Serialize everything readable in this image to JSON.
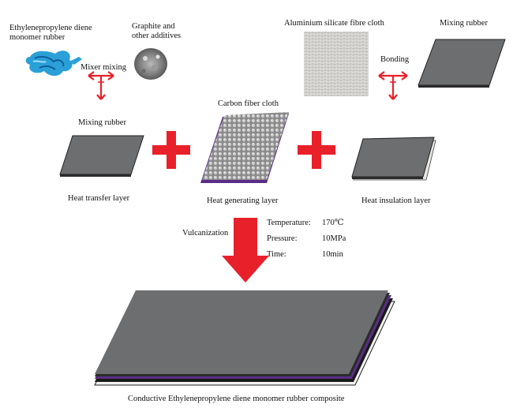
{
  "materials": {
    "epdm": "Ethylenepropylene diene monomer rubber",
    "graphite": "Graphite and other additives",
    "aluminium_cloth": "Aluminium silicate fibre cloth",
    "mixing_rubber_right": "Mixing rubber",
    "carbon_cloth": "Carbon fiber cloth",
    "mixing_rubber_left": "Mixing rubber"
  },
  "steps": {
    "mixer_mixing": "Mixer mixing",
    "bonding": "Bonding",
    "vulcanization": "Vulcanization"
  },
  "layers": {
    "heat_transfer": "Heat transfer layer",
    "heat_generating": "Heat generating layer",
    "heat_insulation": "Heat insulation layer"
  },
  "conditions": {
    "temperature_label": "Temperature:",
    "temperature_value": "170℃",
    "pressure_label": "Pressure:",
    "pressure_value": "10MPa",
    "time_label": "Time:",
    "time_value": "10min"
  },
  "product": "Conductive Ethylenepropylene diene monomer rubber composite",
  "colors": {
    "arrow_red": "#e8202a",
    "rubber_gray": "#6d6e70",
    "purple_layer": "#5a2d86",
    "epdm_blue": "#2a9fd8"
  }
}
